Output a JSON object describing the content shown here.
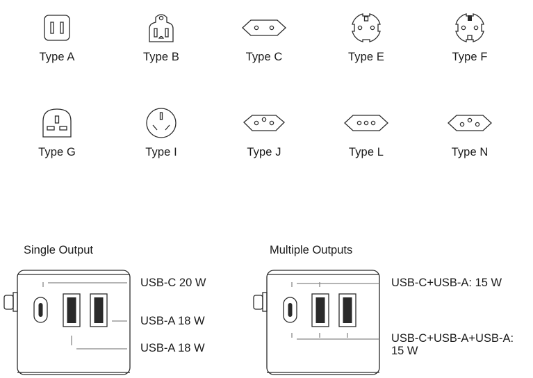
{
  "plugs": {
    "row1": [
      "Type A",
      "Type B",
      "Type C",
      "Type E",
      "Type F"
    ],
    "row2": [
      "Type G",
      "Type I",
      "Type J",
      "Type L",
      "Type N"
    ]
  },
  "single": {
    "title": "Single Output",
    "usb_c": "USB-C 20 W",
    "usb_a1": "USB-A 18 W",
    "usb_a2": "USB-A 18 W"
  },
  "multiple": {
    "title": "Multiple Outputs",
    "line1": "USB-C+USB-A: 15 W",
    "line2a": "USB-C+USB-A+USB-A:",
    "line2b": "15 W"
  }
}
